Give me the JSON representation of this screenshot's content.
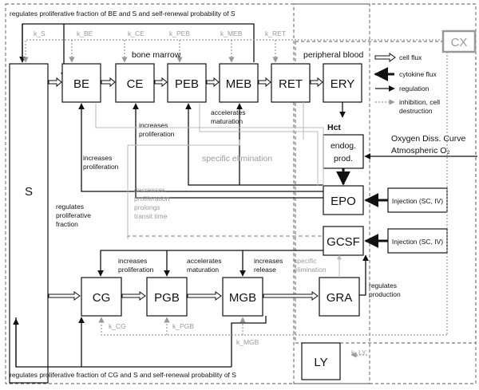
{
  "boxes": {
    "S": "S",
    "BE": "BE",
    "CE": "CE",
    "PEB": "PEB",
    "MEB": "MEB",
    "RET": "RET",
    "ERY": "ERY",
    "endog": [
      "endog.",
      "prod."
    ],
    "EPO": "EPO",
    "GCSF": "GCSF",
    "CG": "CG",
    "PGB": "PGB",
    "MGB": "MGB",
    "GRA": "GRA",
    "LY": "LY",
    "CX": "CX"
  },
  "rates": {
    "k_S": "k_S",
    "k_BE": "k_BE",
    "k_CE": "k_CE",
    "k_PEB": "k_PEB",
    "k_MEB": "k_MEB",
    "k_RET": "k_RET",
    "k_CG": "k_CG",
    "k_PGB": "k_PGB",
    "k_MGB": "k_MGB",
    "k_LY": "k_LY"
  },
  "labels": {
    "top": "regulates proliferative fraction of BE and S and self-renewal probability of S",
    "bottom": "regulates proliferative fraction of CG and S and self-renewal probability of S",
    "bone_marrow": "bone marrow",
    "peripheral_blood": "peripheral blood",
    "hct": "Hct",
    "oxygen": [
      "Oxygen Diss. Curve",
      "Atmospheric O₂"
    ],
    "injection_epo": "Injection (SC, IV)",
    "injection_gcsf": "Injection (SC, IV)",
    "increases_proliferation_ce": [
      "increases",
      "proliferation"
    ],
    "accelerates_maturation_meb": [
      "accelerates",
      "maturation"
    ],
    "increases_proliferation_be": [
      "increases",
      "proliferation"
    ],
    "specific_elimination_epo": "specific elimination",
    "decreases": [
      "decreases",
      "proliferation",
      "prolongs",
      "transit time"
    ],
    "regulates_prolif_fraction": [
      "regulates",
      "proliferative",
      "fraction"
    ],
    "increases_proliferation_cg": [
      "increases",
      "proliferation"
    ],
    "accelerates_maturation_pgb": [
      "accelerates",
      "maturation"
    ],
    "increases_release": [
      "increases",
      "release"
    ],
    "specific_elimination_gcsf": [
      "specific",
      "elimination"
    ],
    "regulates_production": [
      "regulates",
      "production"
    ]
  },
  "legend": {
    "cell_flux": "cell flux",
    "cytokine_flux": "cytokine flux",
    "regulation": "regulation",
    "inhibition": [
      "inhibition, cell",
      "destruction"
    ]
  },
  "colors": {
    "line": "#111111",
    "inhibition": "#9a9a9a",
    "light": "#bbbbbb"
  }
}
